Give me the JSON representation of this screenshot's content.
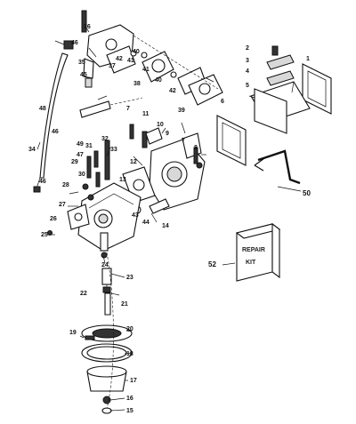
{
  "labels": {
    "l1": "1",
    "l2": "2",
    "l3": "3",
    "l4": "4",
    "l5": "5",
    "l6": "6",
    "l7": "7",
    "l8": "8",
    "l9": "9",
    "l10": "10",
    "l11": "11",
    "l12": "12",
    "l13": "13",
    "l14": "14",
    "l15": "15",
    "l16": "16",
    "l17": "17",
    "l18": "18",
    "l19": "19",
    "l20": "20",
    "l21": "21",
    "l22": "22",
    "l23": "23",
    "l24": "24",
    "l25": "25",
    "l26": "26",
    "l27": "27",
    "l28": "28",
    "l29": "29",
    "l30": "30",
    "l31": "31",
    "l32": "32",
    "l33": "33",
    "l34": "34",
    "l35": "35",
    "l36": "36",
    "l37": "37",
    "l38": "38",
    "l39": "39",
    "l40a": "40",
    "l40b": "40",
    "l41a": "41",
    "l41b": "41",
    "l42a": "42",
    "l42b": "42",
    "l43": "43",
    "l44": "44",
    "l45": "45",
    "l46a": "46",
    "l46b": "46",
    "l46c": "46",
    "l47": "47",
    "l48": "48",
    "l49": "49",
    "l50": "50",
    "l52": "52"
  },
  "kit": {
    "line1": "REPAIR",
    "line2": "KIT"
  }
}
